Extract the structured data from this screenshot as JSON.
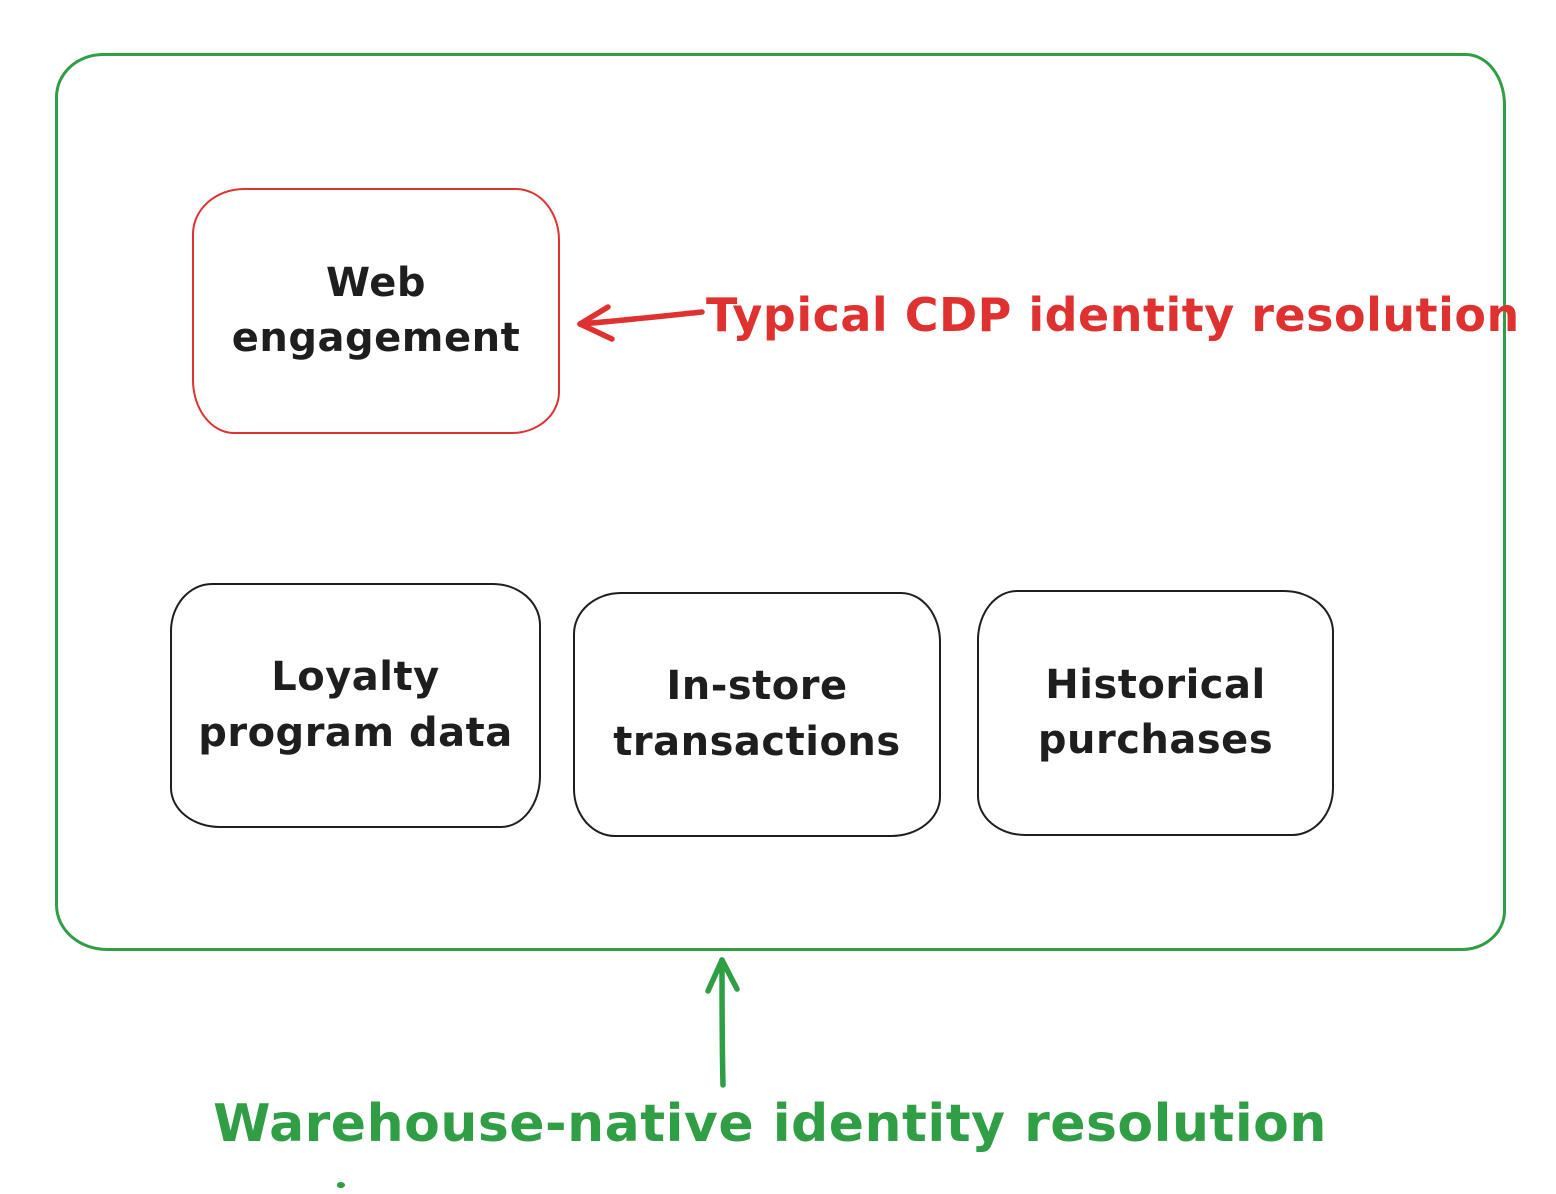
{
  "colors": {
    "green": "#2f9e44",
    "red": "#e03131",
    "ink": "#1e1e1e",
    "background": "#ffffff"
  },
  "outer_group": {
    "description": "warehouse scope container",
    "border_color": "#2f9e44"
  },
  "boxes": {
    "web_engagement": {
      "label": "Web\nengagement",
      "border_color": "#e03131"
    },
    "loyalty": {
      "label": "Loyalty\nprogram data",
      "border_color": "#1e1e1e"
    },
    "in_store": {
      "label": "In-store\ntransactions",
      "border_color": "#1e1e1e"
    },
    "historical": {
      "label": "Historical\npurchases",
      "border_color": "#1e1e1e"
    }
  },
  "annotations": {
    "cdp": {
      "text": "Typical CDP identity resolution",
      "color": "#e03131",
      "arrow_direction": "left",
      "points_to": "web_engagement"
    },
    "warehouse": {
      "text": "Warehouse-native identity resolution",
      "color": "#2f9e44",
      "arrow_direction": "up",
      "points_to": "outer_group"
    }
  }
}
